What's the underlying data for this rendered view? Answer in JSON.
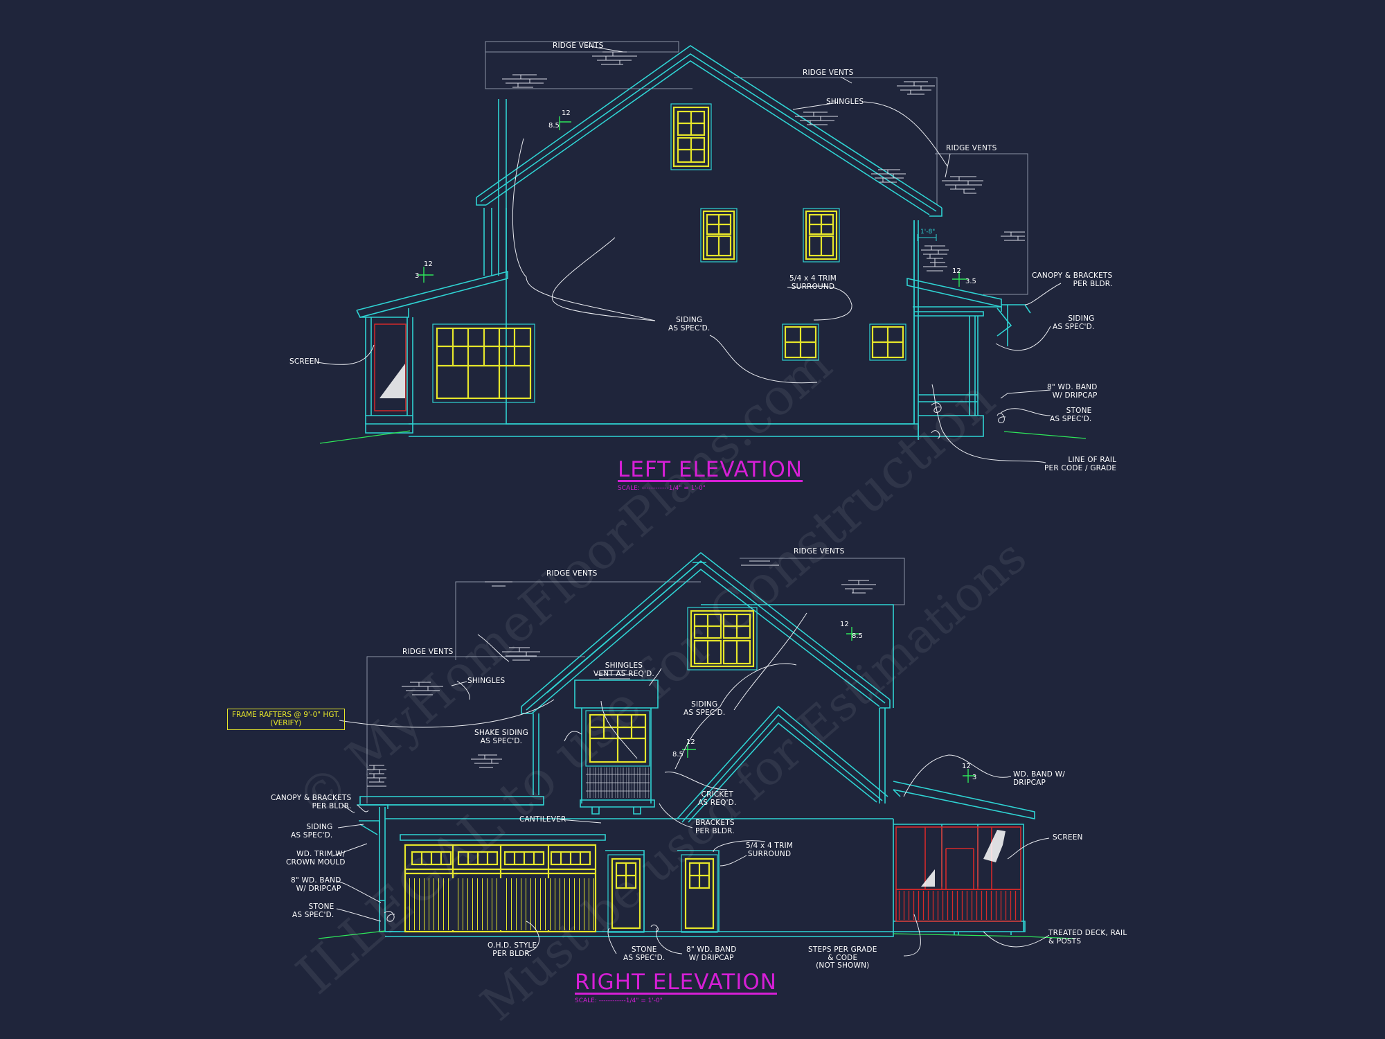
{
  "left_elevation": {
    "title": "LEFT ELEVATION",
    "scale": "SCALE: ------------1/4\" = 1'-0\"",
    "labels": {
      "ridge_vents_1": "RIDGE VENTS",
      "ridge_vents_2": "RIDGE VENTS",
      "ridge_vents_3": "RIDGE VENTS",
      "shingles": "SHINGLES",
      "trim_surround": "5/4 x 4 TRIM\nSURROUND",
      "siding_center": "SIDING\nAS SPEC'D.",
      "canopy": "CANOPY & BRACKETS\nPER BLDR.",
      "siding_right": "SIDING\nAS SPEC'D.",
      "band": "8\" WD. BAND\nW/ DRIPCAP",
      "stone": "STONE\nAS SPEC'D.",
      "rail": "LINE OF RAIL\nPER CODE / GRADE",
      "screen": "SCREEN"
    },
    "slopes": {
      "upper_rise": "12",
      "upper_run": "8.5",
      "lower_rise": "12",
      "lower_run": "3",
      "right_rise": "12",
      "right_run": "3.5"
    },
    "dimension": "1'-8\""
  },
  "right_elevation": {
    "title": "RIGHT ELEVATION",
    "scale": "SCALE: ------------1/4\" = 1'-0\"",
    "note_box": "FRAME RAFTERS @ 9'-0\" HGT.\n(VERIFY)",
    "labels": {
      "ridge_vents_1": "RIDGE VENTS",
      "ridge_vents_2": "RIDGE VENTS",
      "ridge_vents_3": "RIDGE VENTS",
      "shingles_left": "SHINGLES",
      "shingles_vent": "SHINGLES\nVENT AS REQ'D.",
      "shake_siding": "SHAKE SIDING\nAS SPEC'D.",
      "siding_center": "SIDING\nAS SPEC'D.",
      "canopy": "CANOPY & BRACKETS\nPER BLDR.",
      "siding_left": "SIDING\nAS SPEC'D.",
      "trim_crown": "WD. TRIM W/\nCROWN MOULD",
      "band_left": "8\" WD. BAND\nW/ DRIPCAP",
      "stone_left": "STONE\nAS SPEC'D.",
      "cantilever": "CANTILEVER",
      "cricket": "CRICKET\nAS REQ'D.",
      "brackets": "BRACKETS\nPER BLDR.",
      "trim_surround": "5/4 x 4 TRIM\nSURROUND",
      "band_right": "WD. BAND W/\nDRIPCAP",
      "screen": "SCREEN",
      "ohd": "O.H.D. STYLE\nPER BLDR.",
      "stone_bottom": "STONE\nAS SPEC'D.",
      "band_bottom": "8\" WD. BAND\nW/ DRIPCAP",
      "steps": "STEPS PER GRADE\n& CODE\n(NOT SHOWN)",
      "deck": "TREATED DECK, RAIL\n& POSTS"
    },
    "slopes": {
      "upper_rise": "12",
      "upper_run": "8.5",
      "mid_rise": "12",
      "mid_run": "8.5",
      "right_rise": "12",
      "right_run": "3"
    }
  },
  "watermark": {
    "line1": "© MyHomeFloorPlans.com",
    "line2": "ILLEGAL to use for Construction",
    "line3": "Must be used for Estimations"
  },
  "colors": {
    "background": "#1f253b",
    "outline": "#2fd3d3",
    "window": "#e6e62a",
    "annotation": "#ffffff",
    "title": "#d61fd6",
    "slope": "#2ee65a",
    "screen": "#d42a2a"
  }
}
